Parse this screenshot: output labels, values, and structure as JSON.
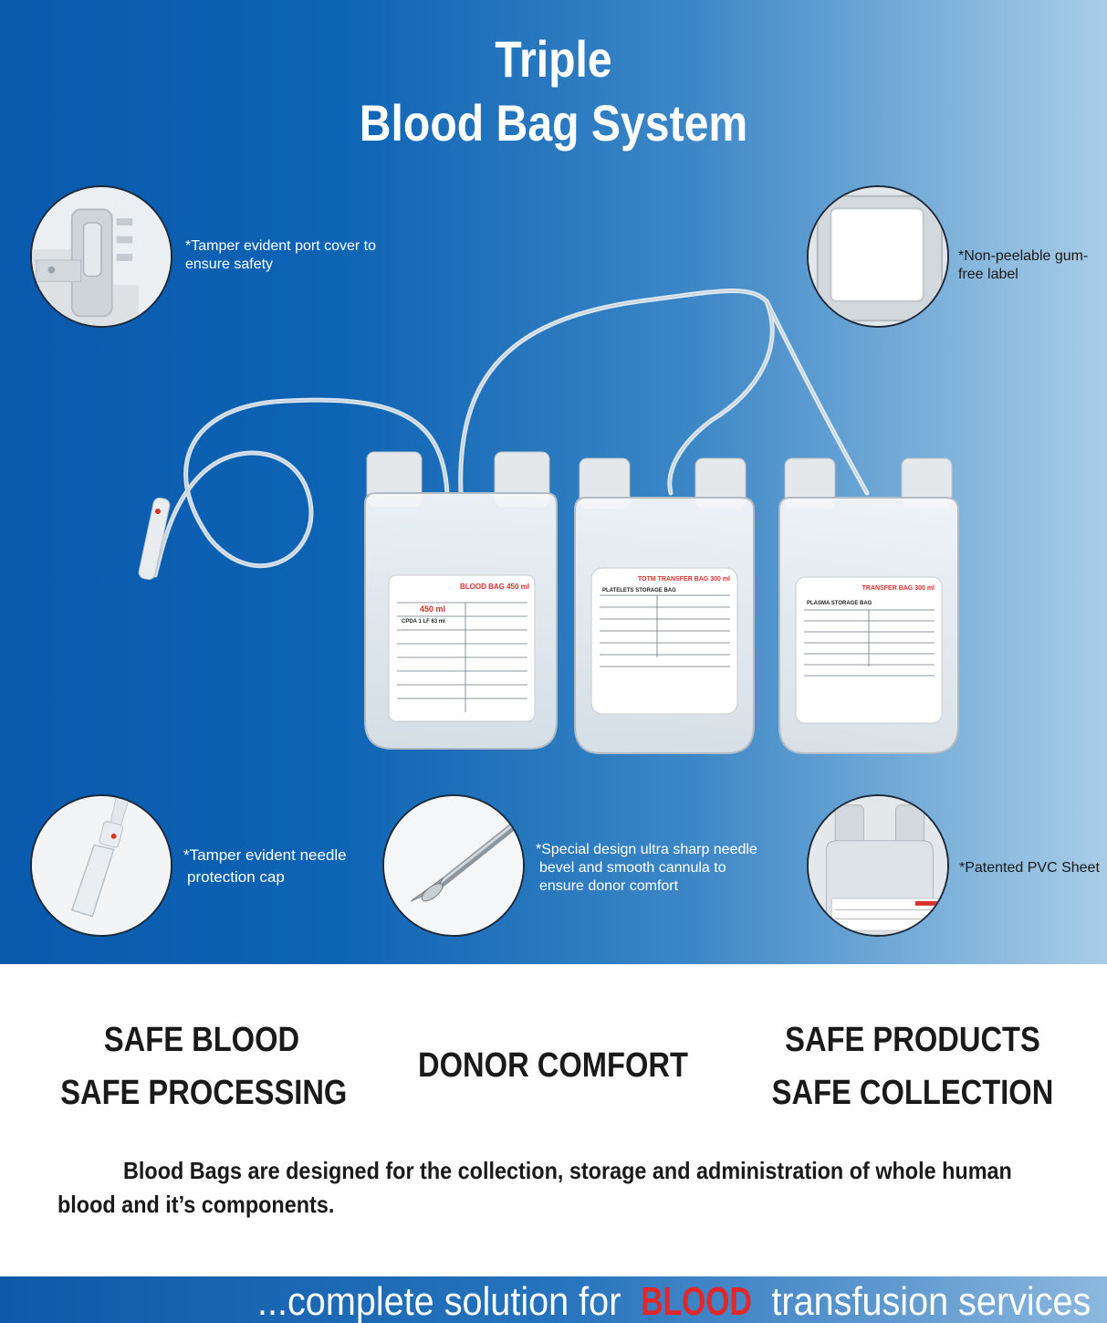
{
  "title": {
    "line1": "Triple",
    "line2": "Blood Bag System"
  },
  "callouts": {
    "port_cover": "*Tamper evident port cover to ensure safety",
    "label": "*Non-peelable gum-free label",
    "needle_cap_line1": "*Tamper evident needle",
    "needle_cap_line2": "protection cap",
    "needle_line1": "*Special design ultra sharp needle",
    "needle_line2": "bevel and smooth cannula to",
    "needle_line3": "ensure donor comfort",
    "pvc_sheet": "*Patented PVC Sheet"
  },
  "bag_labels": {
    "bag1_title": "BLOOD BAG 450 ml",
    "bag1_volume": "450 ml",
    "bag1_anticoag": "CPDA 1 LF 63 ml",
    "bag2_title": "TOTM TRANSFER BAG 300 ml",
    "bag2_sub": "PLATELETS STORAGE BAG",
    "bag3_title": "TRANSFER BAG 300 ml",
    "bag3_sub": "PLASMA STORAGE BAG"
  },
  "features": {
    "left_line1": "SAFE BLOOD",
    "left_line2": "SAFE PROCESSING",
    "center": "DONOR COMFORT",
    "right_line1": "SAFE PRODUCTS",
    "right_line2": "SAFE COLLECTION"
  },
  "description": "Blood Bags are designed for the collection, storage and administration of whole human blood and it’s components.",
  "footer": {
    "prefix": "...complete solution for ",
    "accent": "BLOOD",
    "suffix": " transfusion services"
  },
  "colors": {
    "hero_start": "#0a5aae",
    "hero_end": "#a9cde8",
    "accent_red": "#e0282c",
    "text_dark": "#1a1a1a"
  }
}
